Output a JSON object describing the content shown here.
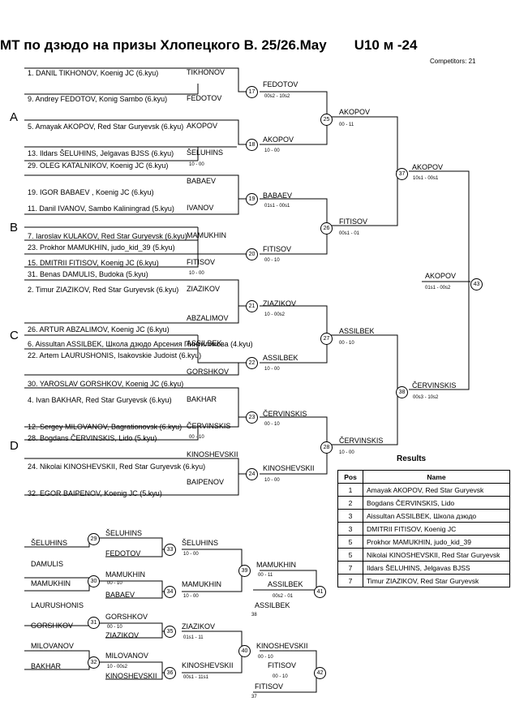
{
  "header": {
    "title": "MT по дзюдо на призы Хлопецкого В.  25/26.May",
    "category": "U10 м -24",
    "competitors": "Competitors: 21"
  },
  "groups": [
    "A",
    "B",
    "C",
    "D"
  ],
  "entries": [
    "1. DANIL TIKHONOV, Koenig JC (6.kyu)",
    "9. Andrey FEDOTOV, Konig Sambo (6.kyu)",
    "5. Amayak AKOPOV, Red Star Guryevsk (6.kyu)",
    "13. Ildars ŠELUHINS, Jelgavas BJSS (6.kyu)",
    "29. OLEG KATALNIKOV, Koenig JC (6.kyu)",
    "19. IGOR BABAEV , Koenig JC (6.kyu)",
    "11. Danil IVANOV, Sambo Kaliningrad (5.kyu)",
    "7. Iaroslav KULAKOV, Red Star Guryevsk (6.kyu)",
    "23. Prokhor MAMUKHIN, judo_kid_39 (5.kyu)",
    "15. DMITRII FITISOV, Koenig JC (6.kyu)",
    "31. Benas DAMULIS, Budoka (5.kyu)",
    "2. Timur ZIAZIKOV, Red Star Guryevsk (6.kyu)",
    "26. ARTUR ABZALIMOV, Koenig JC (6.kyu)",
    "6. Aissultan ASSILBEK, Школа дзюдо Арсения Пинтиликова (4.kyu)",
    "22. Artem LAURUSHONIS, Isakovskie Judoist (6.kyu)",
    "30. YAROSLAV GORSHKOV, Koenig JC (6.kyu)",
    "4. Ivan BAKHAR, Red Star Guryevsk (6.kyu)",
    "12. Sergey MILOVANOV, Bagrationovsk (6.kyu)",
    "28. Bogdans ČERVINSKIS, Lido (5.kyu)",
    "24. Nikolai KINOSHEVSKII, Red Star Guryevsk (6.kyu)",
    "32. EGOR BAIPENOV, Koenig JC (5.kyu)"
  ],
  "r1_winners": [
    "TIKHONOV",
    "FEDOTOV",
    "AKOPOV",
    "ŠELUHINS",
    "BABAEV",
    "IVANOV",
    "MAMUKHIN",
    "FITISOV",
    "ZIAZIKOV",
    "ABZALIMOV",
    "ASSILBEK",
    "GORSHKOV",
    "BAKHAR",
    "ČERVINSKIS",
    "KINOSHEVSKII",
    "BAIPENOV"
  ],
  "r2_winners": [
    "FEDOTOV",
    "AKOPOV",
    "BABAEV",
    "FITISOV",
    "ZIAZIKOV",
    "ASSILBEK",
    "ČERVINSKIS",
    "KINOSHEVSKII"
  ],
  "r3_winners": [
    "AKOPOV",
    "FITISOV",
    "ASSILBEK",
    "ČERVINSKIS"
  ],
  "r4_winners": [
    "AKOPOV",
    "ČERVINSKIS"
  ],
  "final_winner": "AKOPOV",
  "match_numbers": [
    "17",
    "18",
    "19",
    "20",
    "21",
    "22",
    "23",
    "24",
    "25",
    "26",
    "27",
    "28",
    "37",
    "38",
    "43"
  ],
  "scores": {
    "m17": "00s2 - 10s2",
    "m18": "10 - 00",
    "m18b": "10 - 00",
    "m19": "01s1 - 00s1",
    "m20": "00 - 10",
    "m20b": "10 - 00",
    "m21": "10 - 00s2",
    "m22": "10 - 00",
    "m23": "00 - 10",
    "m23b": "00 - 10",
    "m24": "10 - 00",
    "m25": "00 - 11",
    "m26": "00s1 - 01",
    "m27": "00 - 10",
    "m28": "10 - 00",
    "m37": "10s1 - 00s1",
    "m38": "00s3 - 10s2",
    "m43": "01s1 - 00s2"
  },
  "repechage": {
    "entries": [
      "ŠELUHINS",
      "DAMULIS",
      "MAMUKHIN",
      "LAURUSHONIS",
      "GORSHKOV",
      "MILOVANOV",
      "BAKHAR"
    ],
    "match_numbers": [
      "29",
      "30",
      "31",
      "32",
      "33",
      "34",
      "35",
      "36",
      "39",
      "40",
      "41",
      "42"
    ],
    "labels": {
      "m29w": "ŠELUHINS",
      "fedotov": "FEDOTOV",
      "m33w": "ŠELUHINS",
      "m30w": "MAMUKHIN",
      "babaev": "BABAEV",
      "m34w": "MAMUKHIN",
      "m39w": "MAMUKHIN",
      "assilbek_a": "ASSILBEK",
      "assilbek_b": "ASSILBEK",
      "m31w": "GORSHKOV",
      "ziazikov_a": "ZIAZIKOV",
      "ziazikov_b": "ZIAZIKOV",
      "m32w": "MILOVANOV",
      "kino_a": "KINOSHEVSKII",
      "kino_b": "KINOSHEVSKII",
      "kino_c": "KINOSHEVSKII",
      "fitisov_a": "FITISOV",
      "fitisov_b": "FITISOV"
    },
    "scores": {
      "s30": "00 - 10",
      "s33": "10 - 00",
      "s34": "10 - 00",
      "s39": "00 - 11",
      "s41": "00s2 - 01",
      "s41n": "38",
      "s31": "00 - 10",
      "s32": "10 - 00s2",
      "s35": "01s1 - 11",
      "s36": "00s1 - 11s1",
      "s40": "00 - 10",
      "s42": "00 - 10",
      "s42n": "37"
    }
  },
  "results": {
    "title": "Results",
    "headers": [
      "Pos",
      "Name"
    ],
    "rows": [
      {
        "pos": "1",
        "name": "Amayak AKOPOV, Red Star Guryevsk"
      },
      {
        "pos": "2",
        "name": "Bogdans ČERVINSKIS, Lido"
      },
      {
        "pos": "3",
        "name": "Aissultan ASSILBEK, Школа дзюдо"
      },
      {
        "pos": "3",
        "name": "DMITRII FITISOV, Koenig JC"
      },
      {
        "pos": "5",
        "name": "Prokhor MAMUKHIN, judo_kid_39"
      },
      {
        "pos": "5",
        "name": "Nikolai KINOSHEVSKII, Red Star Guryevsk"
      },
      {
        "pos": "7",
        "name": "Ildars ŠELUHINS, Jelgavas BJSS"
      },
      {
        "pos": "7",
        "name": "Timur ZIAZIKOV, Red Star Guryevsk"
      }
    ]
  }
}
